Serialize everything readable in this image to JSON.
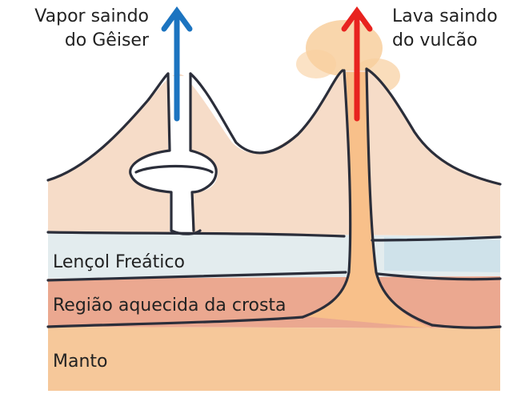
{
  "labels": {
    "geyser_line1": "Vapor saindo",
    "geyser_line2": "do Gêiser",
    "volcano_line1": "Lava saindo",
    "volcano_line2": "do vulcão",
    "water_table": "Lençol Freático",
    "heated_region": "Região aquecida da crosta",
    "mantle": "Manto"
  },
  "colors": {
    "steam_arrow": "#1c74c0",
    "lava_arrow": "#e8231f",
    "mantle": "#f6c89a",
    "heated_crust": "#eba890",
    "water_table": "#d8e6ea",
    "rock": "#f6dcc8",
    "outline": "#2b2e3a",
    "plume": "#f8cf9e"
  }
}
